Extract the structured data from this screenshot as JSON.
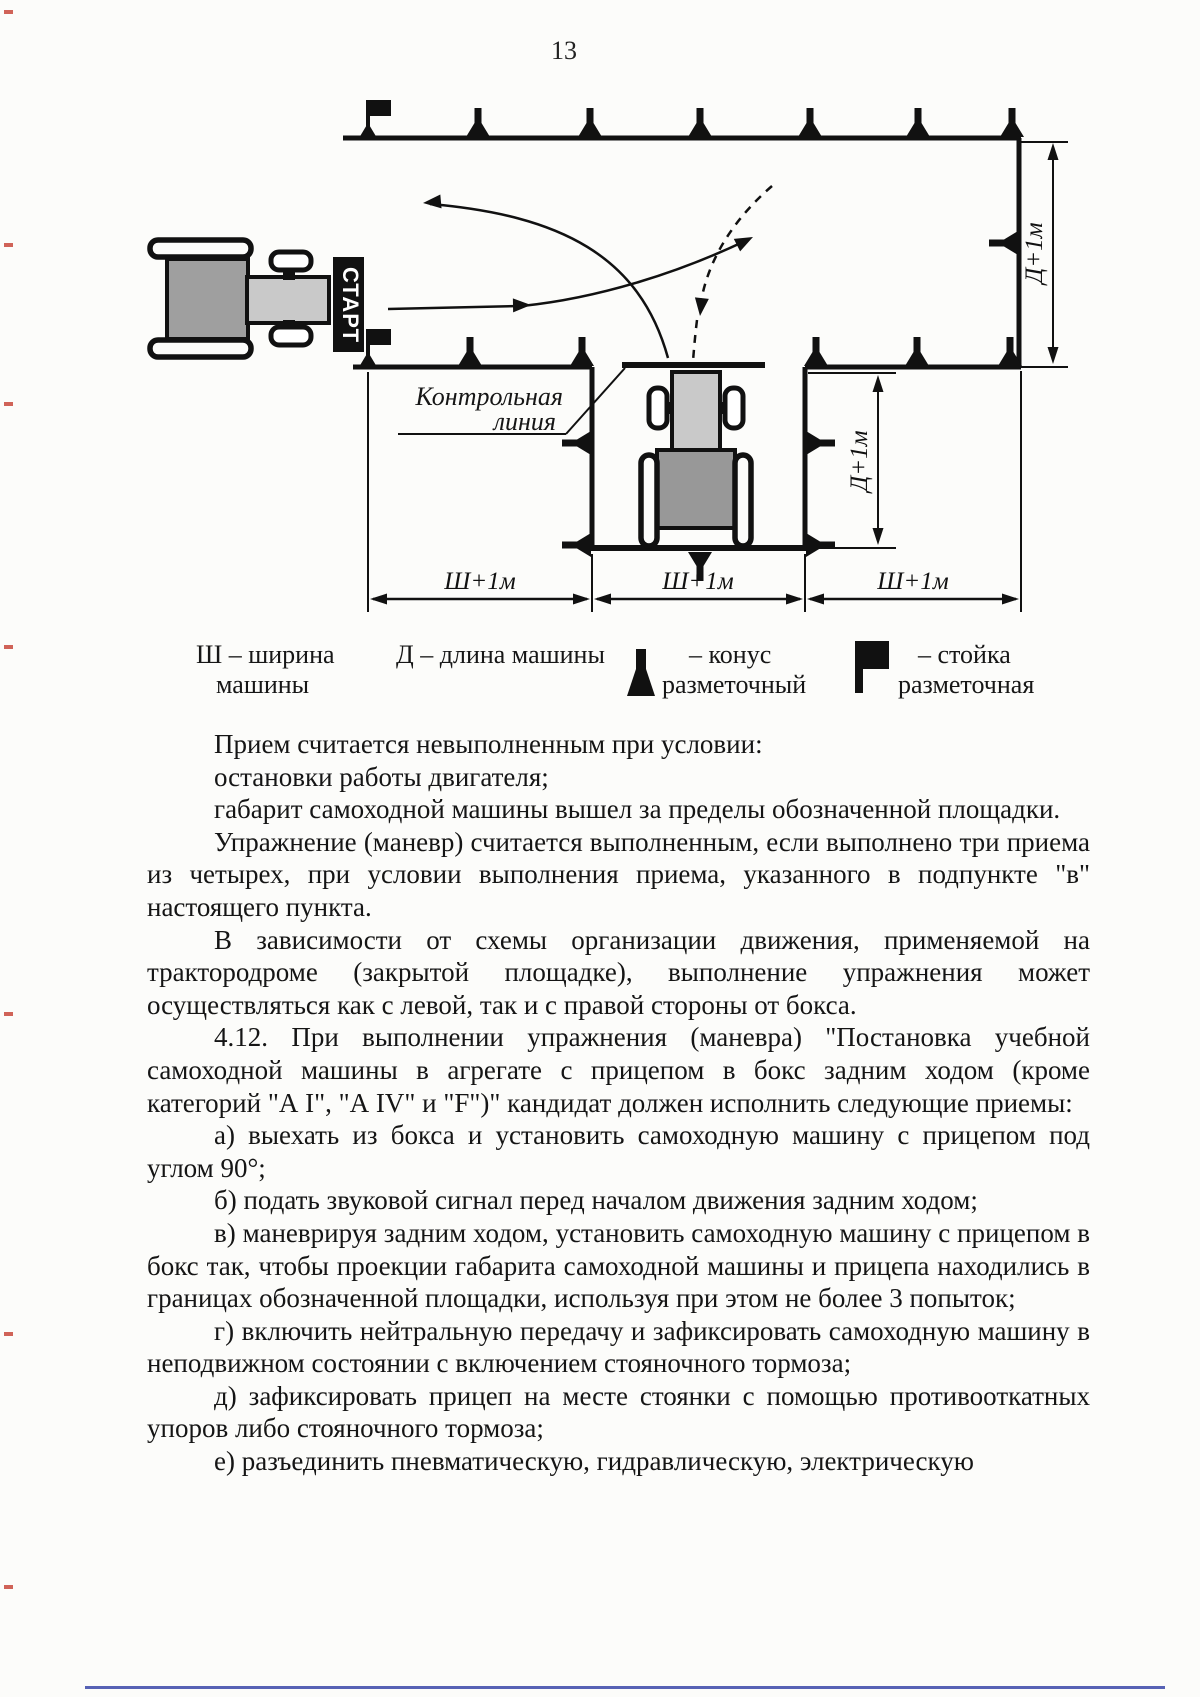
{
  "page": {
    "number": "13"
  },
  "diagram": {
    "start_banner": "СТАРТ",
    "control_line_label_1": "Контрольная",
    "control_line_label_2": "линия",
    "dim_length": "Д+1м",
    "dim_width": "Ш+1м",
    "colors": {
      "line_black": "#111111",
      "machine_rear_gray": "#9a9a9a",
      "machine_front_gray": "#c9c9c9"
    }
  },
  "legend": {
    "width_line1": "Ш – ширина",
    "width_line2": "машины",
    "length_label": "Д – длина машины",
    "cone_line1": "– конус",
    "cone_line2": "разметочный",
    "post_line1": "– стойка",
    "post_line2": "разметочная"
  },
  "text": {
    "paragraphs": [
      "Прием считается невыполненным при условии:",
      "остановки работы двигателя;",
      "габарит самоходной машины вышел за пределы обозначенной площадки.",
      "Упражнение (маневр) считается выполненным, если выполнено три приема из четырех, при условии выполнения приема, указанного в подпункте \"в\" настоящего пункта.",
      "В зависимости от схемы организации движения, применяемой на трактородроме (закрытой площадке), выполнение упражнения может осуществляться как с левой, так и с правой стороны от бокса.",
      "4.12. При выполнении упражнения (маневра) \"Постановка учебной самоходной машины в агрегате с прицепом в бокс задним ходом (кроме категорий \"А I\", \"А IV\" и \"F\")\" кандидат должен исполнить следующие приемы:",
      "а) выехать из бокса и установить самоходную машину с прицепом под углом 90°;",
      "б) подать звуковой сигнал перед началом движения задним ходом;",
      "в) маневрируя задним ходом, установить самоходную машину с прицепом в бокс так, чтобы проекции габарита самоходной машины и прицепа находились в границах обозначенной площадки, используя при этом не более 3 попыток;",
      "г) включить нейтральную передачу и зафиксировать самоходную машину в неподвижном состоянии с включением стояночного тормоза;",
      "д) зафиксировать прицеп на месте стоянки с помощью противооткатных упоров либо стояночного тормоза;",
      "е) разъединить пневматическую, гидравлическую, электрическую"
    ]
  }
}
